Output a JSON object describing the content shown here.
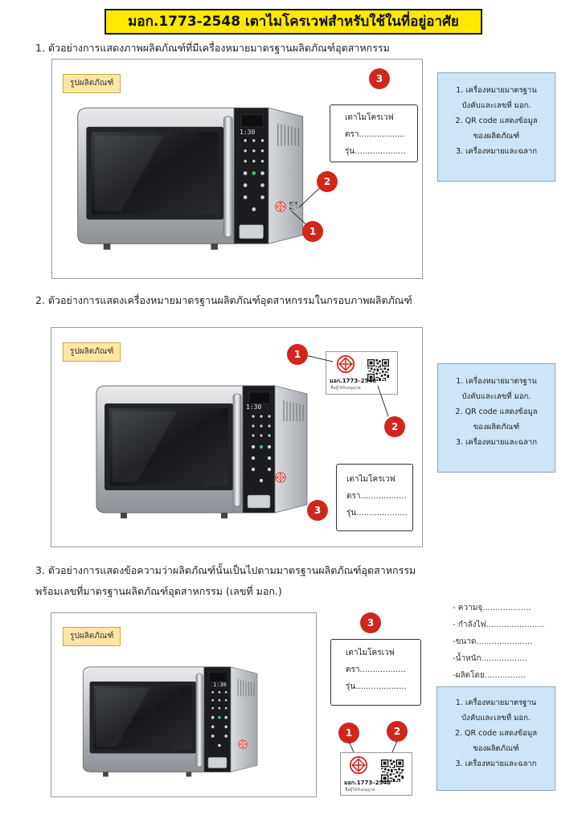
{
  "title": "มอก.1773-2548 เตาไมโครเวฟสำหรับใช้ในที่อยู่อาศัย",
  "product_label": "รูปผลิตภัณฑ์",
  "info_box": {
    "line1": "เตาไมโครเวฟ",
    "line2": "ตรา..................",
    "line3": "รุ่น...................."
  },
  "legend": {
    "item1a": "1. เครื่องหมายมาตรฐาน",
    "item1b": "บังคับและเลขที่ มอก.",
    "item2a": "2. QR code แสดงข้อมูล",
    "item2b": "ของผลิตภัณฑ์",
    "item3": "3. เครื่องหมายและฉลาก"
  },
  "tis_mark": {
    "number": "มอก.1773–2548",
    "sub": "ชื่อผู้ได้รับอนุญาต"
  },
  "display_time": "1:30",
  "badges": {
    "b1": "1",
    "b2": "2",
    "b3": "3"
  },
  "sections": [
    {
      "heading": "1. ตัวอย่างการแสดงภาพผลิตภัณฑ์ที่มีเครื่องหมายมาตรฐานผลิตภัณฑ์อุตสาหกรรม"
    },
    {
      "heading": "2. ตัวอย่างการแสดงเครื่องหมายมาตรฐานผลิตภัณฑ์อุตสาหกรรมในกรอบภาพผลิตภัณฑ์"
    },
    {
      "heading_line1": "3. ตัวอย่างการแสดงข้อความว่าผลิตภัณฑ์นั้นเป็นไปตามมาตรฐานผลิตภัณฑ์อุตสาหกรรม",
      "heading_line2": "พร้อมเลขที่มาตรฐานผลิตภัณฑ์อุตสาหกรรม (เลขที่ มอก.)"
    }
  ],
  "specs": [
    "- ความจุ...................",
    "- กำลังไฟ.......................",
    "-ขนาด......................",
    "-น้ำหนัก..................",
    "-ผลิตโดย................"
  ]
}
